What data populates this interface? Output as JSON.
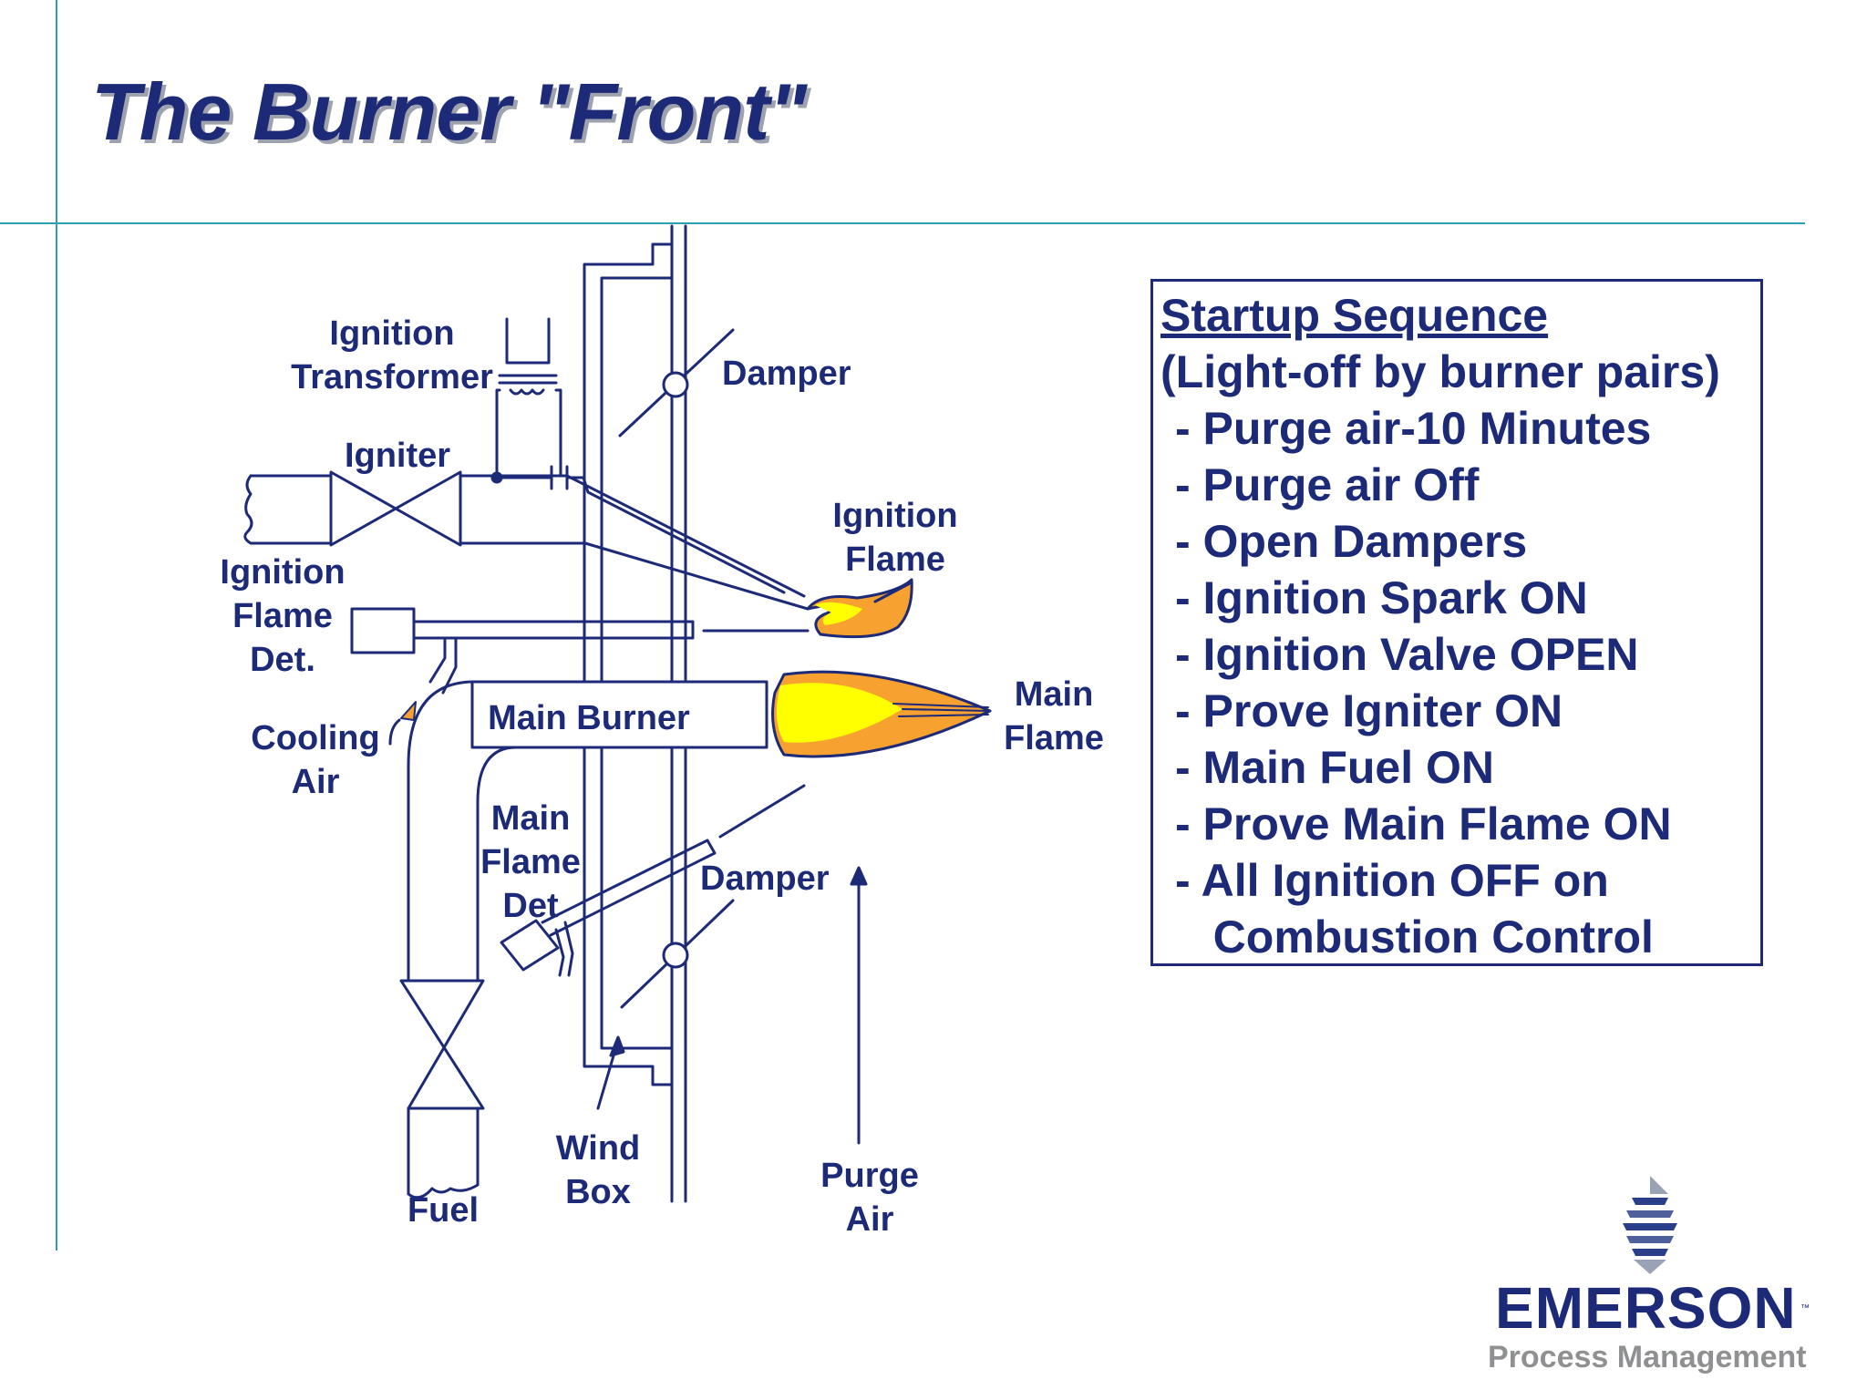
{
  "slide": {
    "title": "The Burner \"Front\""
  },
  "diagram": {
    "labels": {
      "ignition_transformer_1": "Ignition",
      "ignition_transformer_2": "Transformer",
      "igniter": "Igniter",
      "damper_top": "Damper",
      "ignition_flame_1": "Ignition",
      "ignition_flame_2": "Flame",
      "ignition_flame_det_1": "Ignition",
      "ignition_flame_det_2": "Flame",
      "ignition_flame_det_3": "Det.",
      "cooling_air_1": "Cooling",
      "cooling_air_2": "Air",
      "main_burner": "Main Burner",
      "main_flame_1": "Main",
      "main_flame_2": "Flame",
      "main_flame_det_1": "Main",
      "main_flame_det_2": "Flame",
      "main_flame_det_3": "Det",
      "damper_bottom": "Damper",
      "wind_box_1": "Wind",
      "wind_box_2": "Box",
      "purge_air_1": "Purge",
      "purge_air_2": "Air",
      "fuel": "Fuel"
    },
    "colors": {
      "line": "#1c2a78",
      "flame_outer": "#f7a131",
      "flame_inner": "#ffff00"
    }
  },
  "startup": {
    "title": "Startup Sequence",
    "subtitle": "(Light-off by burner pairs)",
    "steps": [
      "- Purge air-10 Minutes",
      "- Purge air Off",
      "- Open Dampers",
      "- Ignition Spark ON",
      "- Ignition Valve OPEN",
      "- Prove Igniter ON",
      "- Main Fuel ON",
      "- Prove Main Flame ON",
      "- All Ignition OFF on",
      "   Combustion Control"
    ]
  },
  "logo": {
    "brand": "EMERSON",
    "tm": "™",
    "tagline": "Process Management"
  }
}
